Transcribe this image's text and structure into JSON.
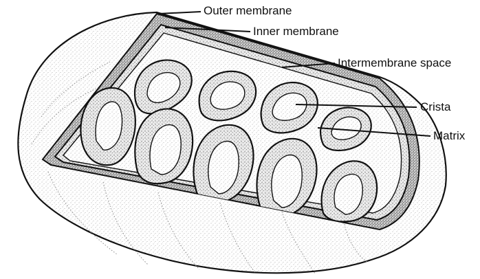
{
  "diagram": {
    "labels": {
      "outer_membrane": "Outer membrane",
      "inner_membrane": "Inner membrane",
      "intermembrane_space": "Intermembrane space",
      "crista": "Crista",
      "matrix": "Matrix"
    }
  },
  "colors": {
    "ink": "#111111",
    "background": "#ffffff",
    "stipple_light": "#d9d9d9",
    "stipple_medium": "#bdbdbd",
    "stipple_dark": "#9a9a9a"
  }
}
